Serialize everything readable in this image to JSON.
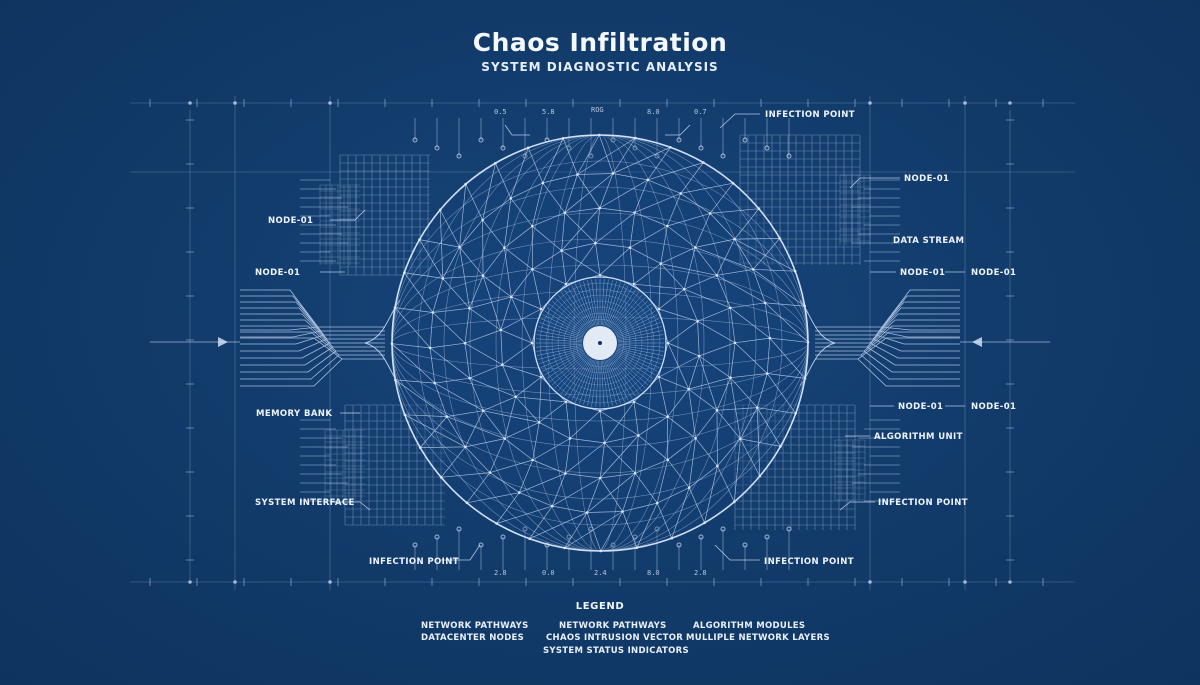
{
  "header": {
    "title": "Chaos Infiltration",
    "subtitle": "SYSTEM DIAGNOSTIC ANALYSIS"
  },
  "labels": {
    "infection_point_top_right": "INFECTION POINT",
    "node_top_right": "NODE-01",
    "data_stream": "DATA STREAM",
    "node_right_inner_upper": "NODE-01",
    "node_right_outer_upper": "NODE-01",
    "node_right_inner_lower": "NODE-01",
    "node_right_outer_lower": "NODE-01",
    "algorithm_unit": "ALGORITHM UNIT",
    "infection_point_right": "INFECTION POINT",
    "infection_point_bottom_right": "INFECTION POINT",
    "node_left_upper": "NODE-01",
    "node_left_lower": "NODE-01",
    "memory_bank": "MEMORY BANK",
    "system_interface": "SYSTEM INTERFACE",
    "infection_point_bottom_left": "INFECTION POINT"
  },
  "top_readouts": [
    "0.5",
    "5.8",
    "ROG",
    "8.0",
    "0.7"
  ],
  "bottom_readouts": [
    "2.8",
    "0.0",
    "2.4",
    "8.0",
    "2.8"
  ],
  "legend": {
    "title": "LEGEND",
    "col1": [
      "NETWORK PATHWAYS",
      "DATACENTER NODES"
    ],
    "col2": [
      "NETWORK PATHWAYS",
      "CHAOS INTRUSION VECTOR",
      "SYSTEM STATUS  INDICATORS"
    ],
    "col3": [
      "ALGORITHM MODULES",
      "MULLIPLE NETWORK LAYERS"
    ]
  },
  "colors": {
    "background": "#0f3460",
    "line": "#dbe7ff",
    "text": "#ffffff"
  }
}
